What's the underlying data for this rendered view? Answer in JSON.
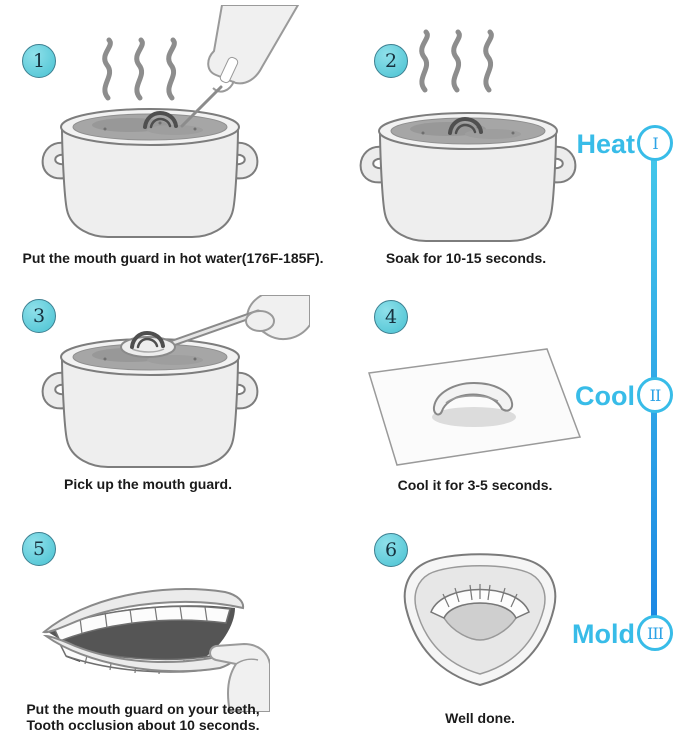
{
  "steps": [
    {
      "number": "1",
      "caption": "Put the mouth guard in hot water(176F-185F)."
    },
    {
      "number": "2",
      "caption": "Soak for 10-15 seconds."
    },
    {
      "number": "3",
      "caption": "Pick up the mouth guard."
    },
    {
      "number": "4",
      "caption": "Cool it for 3-5 seconds."
    },
    {
      "number": "5",
      "caption_line1": "Put the mouth guard on your teeth,",
      "caption_line2": "Tooth occlusion about 10 seconds."
    },
    {
      "number": "6",
      "caption": "Well done."
    }
  ],
  "timeline": {
    "items": [
      {
        "label": "Heat",
        "numeral": "I"
      },
      {
        "label": "Cool",
        "numeral": "II"
      },
      {
        "label": "Mold",
        "numeral": "III"
      }
    ]
  },
  "colors": {
    "accent_cyan": "#38bce8",
    "accent_blue": "#1b86e3",
    "step_badge_fill": "#49c2d2",
    "caption_text": "#1a1a1a",
    "illustration_gray": "#8d8d8d"
  },
  "icons": {
    "step1": "pot-steam-hand-dipping-guard-icon",
    "step2": "pot-steam-soaking-guard-icon",
    "step3": "pot-spoon-lifting-guard-icon",
    "step4": "guard-cooling-on-paper-icon",
    "step5": "mouth-biting-guard-icon",
    "step6": "molded-mouth-guard-icon"
  }
}
